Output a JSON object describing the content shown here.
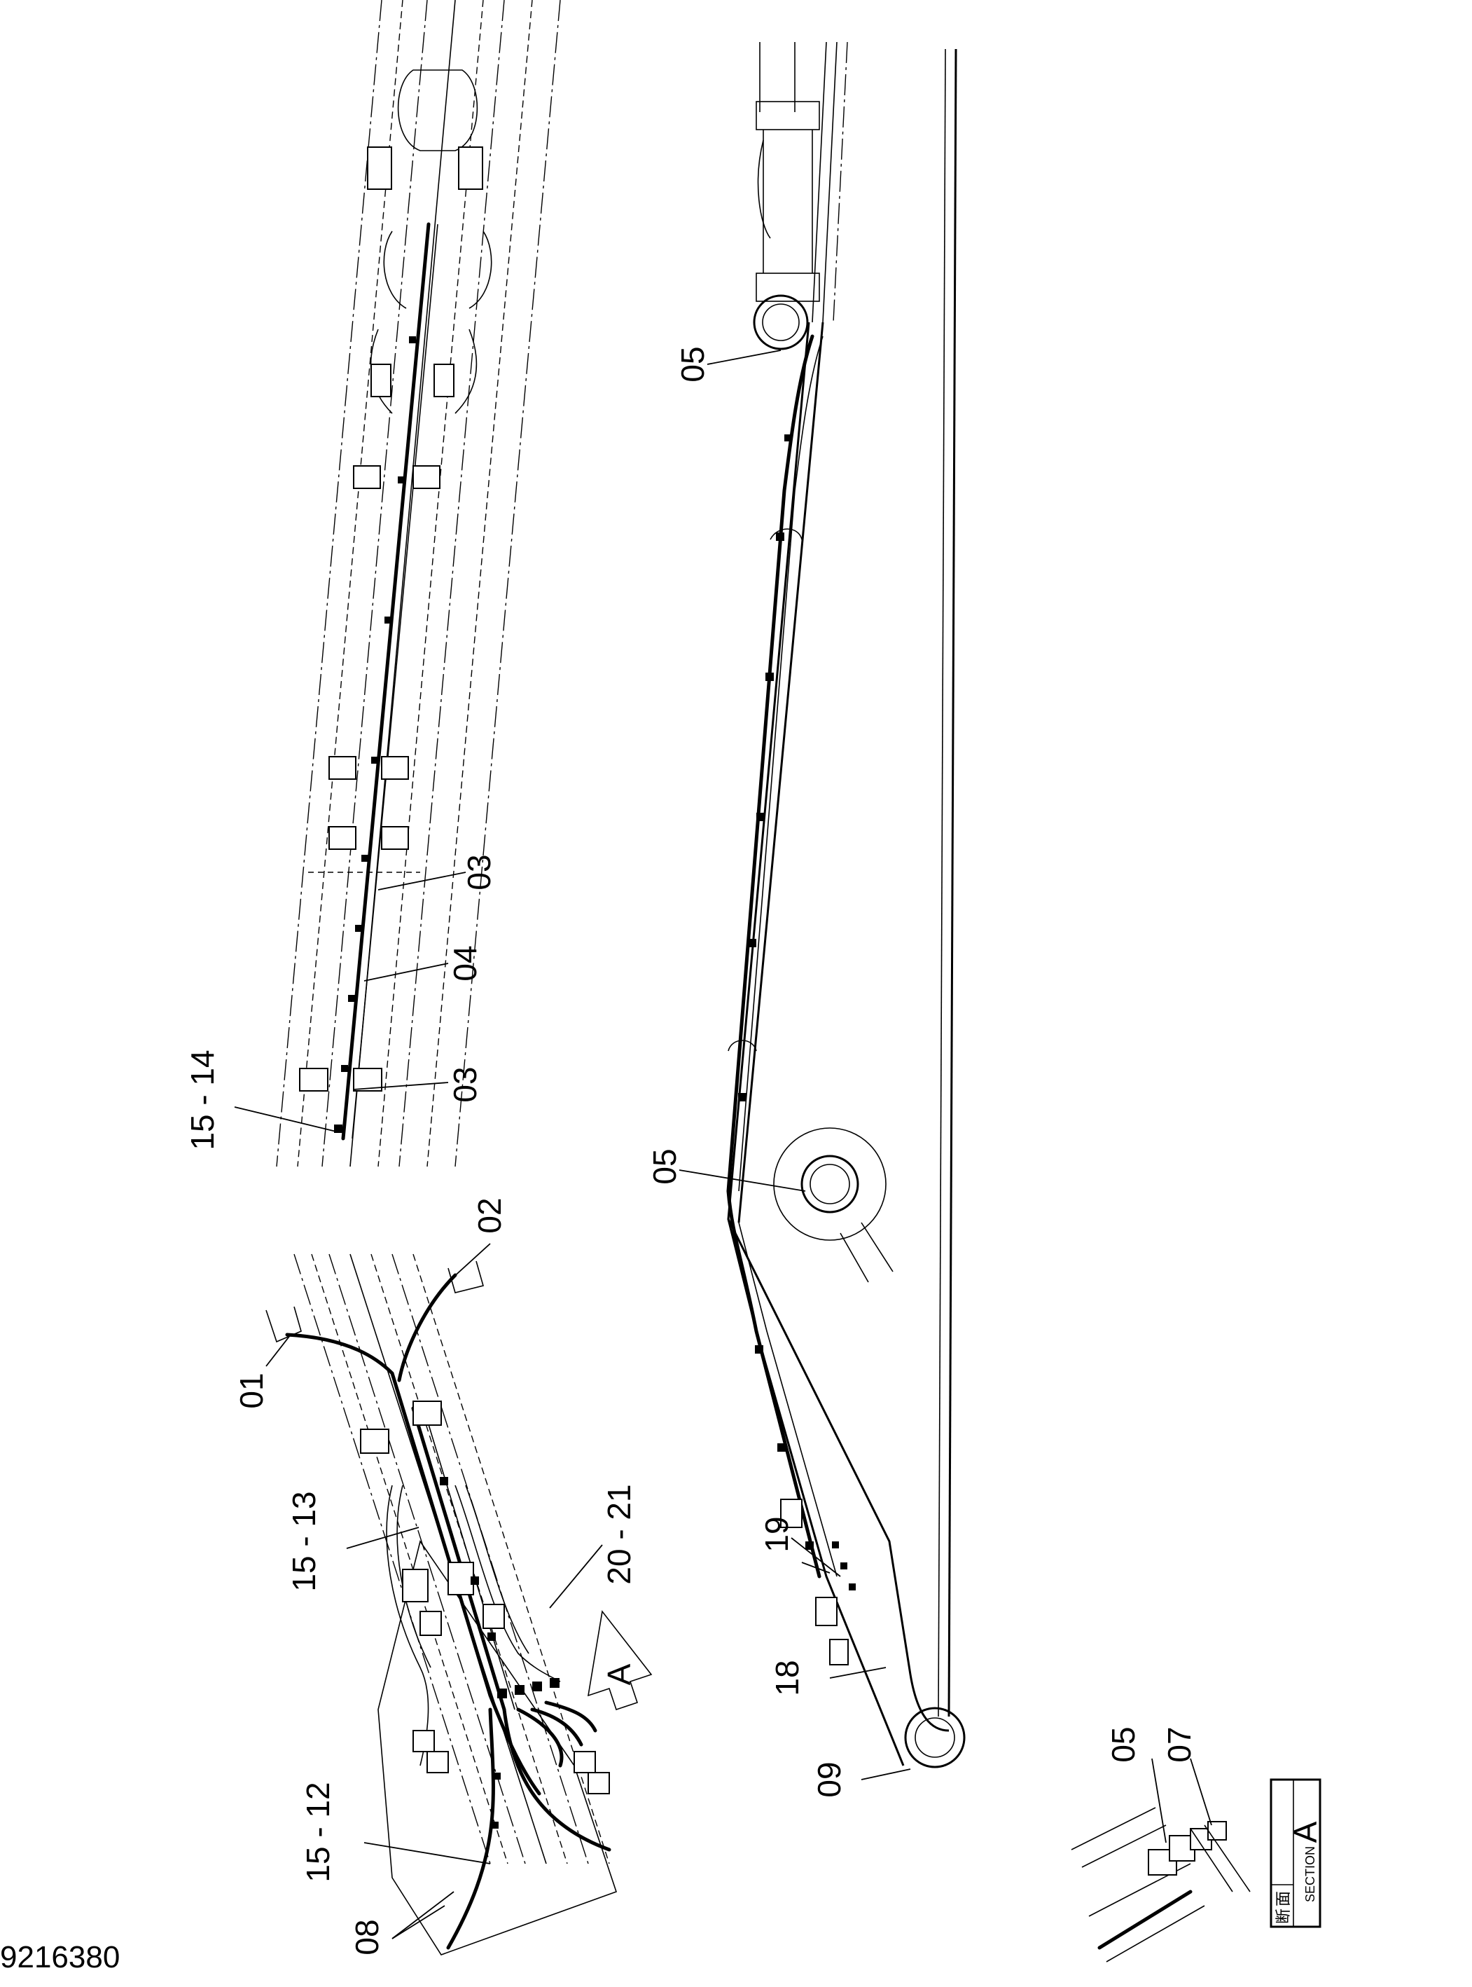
{
  "document_number": "9216380",
  "callouts": {
    "c01": "01",
    "c02": "02",
    "c03_upper": "03",
    "c03_lower": "03",
    "c04": "04",
    "c05_top": "05",
    "c05_mid": "05",
    "c05_section": "05",
    "c07": "07",
    "c08": "08",
    "c09": "09",
    "c12": "15 - 12",
    "c13": "15 - 13",
    "c14": "15 - 14",
    "c18": "18",
    "c19": "19",
    "c20": "20 - 21"
  },
  "view_arrow": {
    "label": "A"
  },
  "section_box": {
    "letter": "A",
    "kanji_1": "断",
    "kanji_2": "面",
    "word": "SECTION"
  }
}
